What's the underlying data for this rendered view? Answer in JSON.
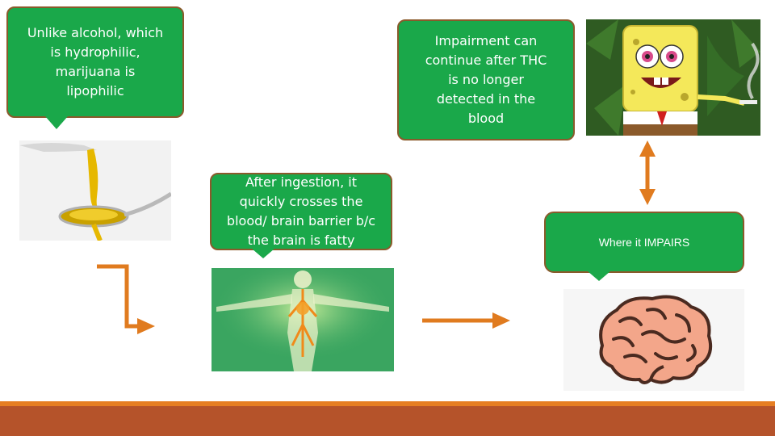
{
  "callouts": {
    "lipophilic": "Unlike alcohol, which\nis hydrophilic,\nmarijuana is\nlipophilic",
    "impairment": "Impairment can\ncontinue after THC\nis no longer\ndetected in the\nblood",
    "ingestion": "After ingestion, it\nquickly crosses the\nblood/ brain barrier b/c\nthe brain is fatty",
    "impairs": "Where it IMPAIRS"
  },
  "colors": {
    "callout_green": "#1aa84a",
    "callout_border": "#8a5a2b",
    "arrow_orange": "#e07b1f",
    "footer_bar": "#b5532a",
    "footer_line": "#e67e22"
  },
  "icons": [
    "oil-spoon-icon",
    "human-body-icon",
    "cartoon-smoker-icon",
    "brain-icon",
    "connector-arrow-icon"
  ]
}
